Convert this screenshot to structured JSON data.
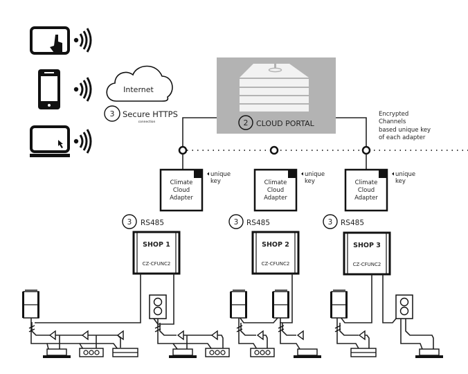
{
  "diagram": {
    "devices": [
      {
        "name": "tablet",
        "icon": "tablet-touch-icon"
      },
      {
        "name": "smartphone",
        "icon": "smartphone-icon"
      },
      {
        "name": "laptop",
        "icon": "laptop-icon"
      }
    ],
    "internet": {
      "label": "Internet",
      "step": "3",
      "connection_title": "Secure HTTPS",
      "connection_sub": "connection"
    },
    "portal": {
      "step": "2",
      "label": "CLOUD PORTAL",
      "bg_color": "#b3b3b3"
    },
    "encrypted_note": [
      "Encrypted",
      "Channels",
      "based unique key",
      "of each adapter"
    ],
    "adapters": [
      {
        "lines": [
          "Climate",
          "Cloud",
          "Adapter"
        ],
        "key_label": [
          "unique",
          "key"
        ]
      },
      {
        "lines": [
          "Climate",
          "Cloud",
          "Adapter"
        ],
        "key_label": [
          "unique",
          "key"
        ]
      },
      {
        "lines": [
          "Climate",
          "Cloud",
          "Adapter"
        ],
        "key_label": [
          "unique",
          "key"
        ]
      }
    ],
    "links": [
      {
        "step": "3",
        "label": "RS485"
      },
      {
        "step": "3",
        "label": "RS485"
      },
      {
        "step": "3",
        "label": "RS485"
      }
    ],
    "shops": [
      {
        "name": "SHOP 1",
        "model": "CZ-CFUNC2"
      },
      {
        "name": "SHOP 2",
        "model": "CZ-CFUNC2"
      },
      {
        "name": "SHOP 3",
        "model": "CZ-CFUNC2"
      }
    ]
  }
}
